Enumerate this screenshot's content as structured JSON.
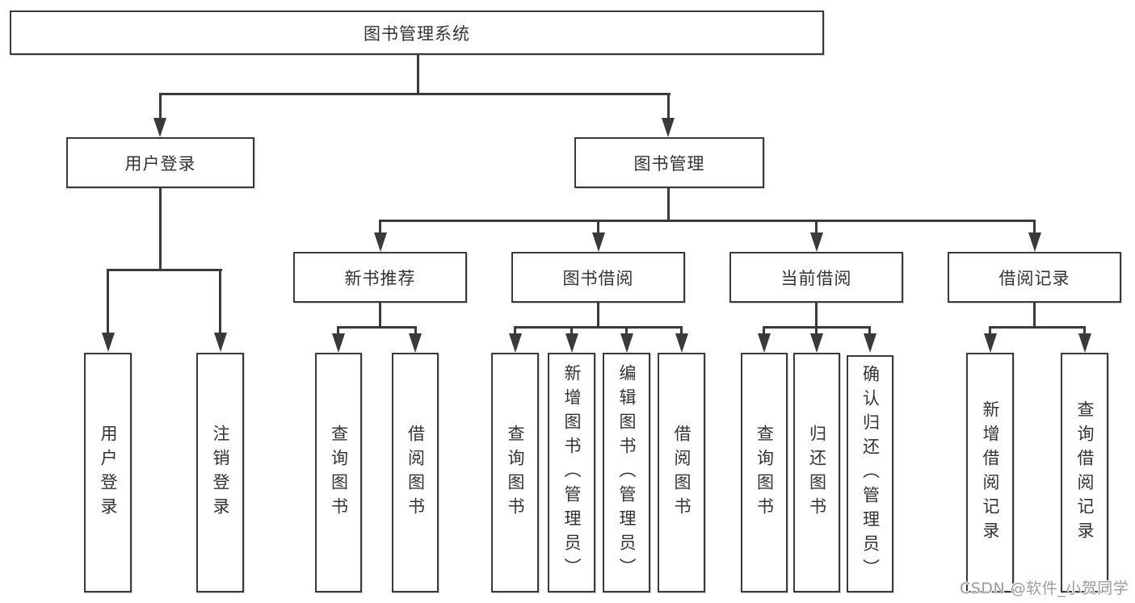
{
  "diagram": {
    "title": "图书管理系统",
    "nodes": {
      "root": "图书管理系统",
      "level2": [
        "用户登录",
        "图书管理"
      ],
      "level3": [
        "新书推荐",
        "图书借阅",
        "当前借阅",
        "借阅记录"
      ],
      "leaves_login": [
        "用户登录",
        "注销登录"
      ],
      "leaves_recommend": [
        "查询图书",
        "借阅图书"
      ],
      "leaves_borrow": [
        "查询图书",
        "新增图书（管理员）",
        "编辑图书（管理员）",
        "借阅图书"
      ],
      "leaves_current": [
        "查询图书",
        "归还图书",
        "确认归还（管理员）"
      ],
      "leaves_records": [
        "新增借阅记录",
        "查询借阅记录"
      ]
    },
    "colors": {
      "line": "#3a3a3a",
      "text": "#333333",
      "background": "#ffffff",
      "watermark": "#9b9b9b"
    }
  },
  "watermark": {
    "text": "CSDN @软件_小贺同学"
  }
}
